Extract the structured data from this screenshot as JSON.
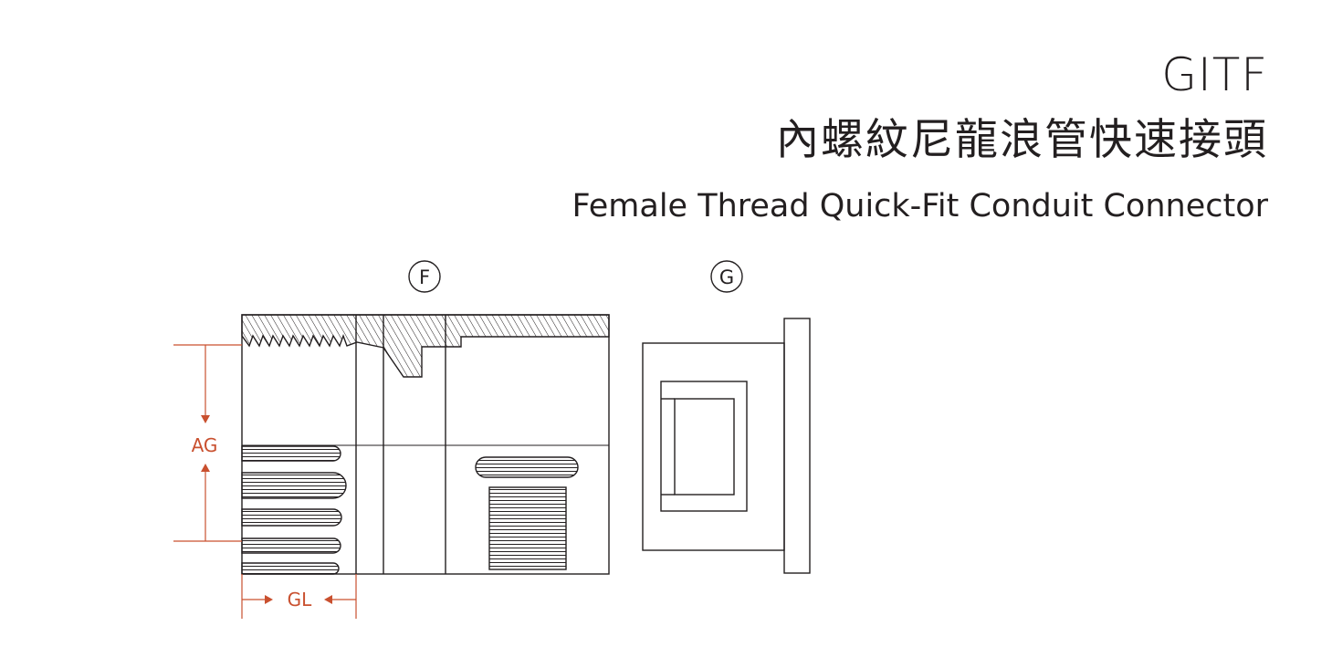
{
  "header": {
    "code": "GITF",
    "name_zh": "內螺紋尼龍浪管快速接頭",
    "name_en": "Female Thread Quick-Fit Conduit Connector"
  },
  "drawing": {
    "view_f_label": "F",
    "view_g_label": "G",
    "dim_ag_label": "AG",
    "dim_gl_label": "GL",
    "line_color": "#231f20",
    "dimension_color": "#c9502f"
  }
}
